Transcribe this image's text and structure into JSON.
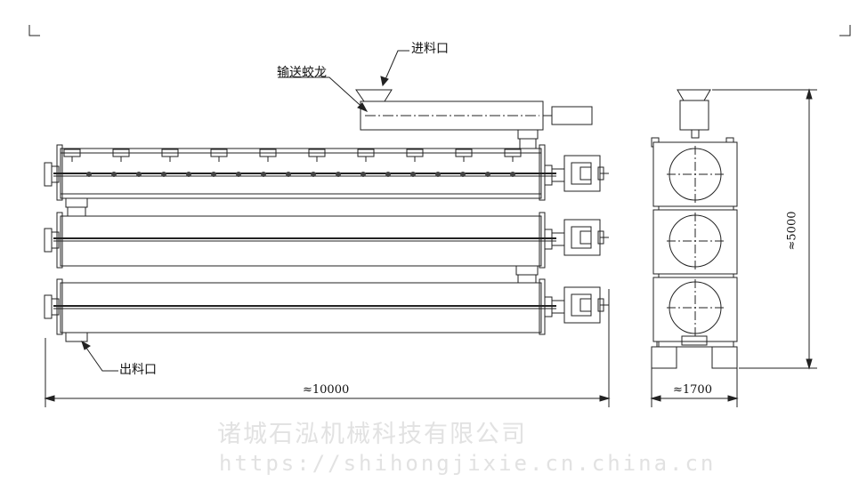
{
  "labels": {
    "inlet": "进料口",
    "screw_conveyor": "输送蛟龙",
    "outlet": "出料口"
  },
  "dimensions": {
    "length": "≈10000",
    "width": "≈1700",
    "height": "≈5000"
  },
  "watermark": {
    "company": "诸城石泓机械科技有限公司",
    "url": "https://shihongjixie.cn.china.cn"
  },
  "colors": {
    "line": "#222222",
    "watermark": "#e2e2e2"
  }
}
